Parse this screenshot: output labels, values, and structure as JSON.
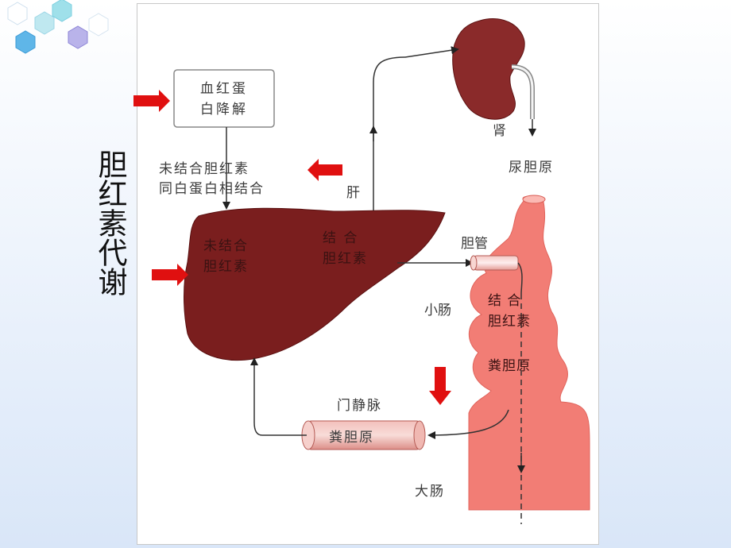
{
  "side_title": "胆红素代谢",
  "box_label": [
    "血红蛋",
    "白降解"
  ],
  "unconj_label": [
    "未结合胆红素",
    "同白蛋白相结合"
  ],
  "liver_label": "肝",
  "liver_unconj": [
    "未结合",
    "胆红素"
  ],
  "liver_conj": [
    "结  合",
    "胆红素"
  ],
  "kidney_label": "肾",
  "urine_label": "尿胆原",
  "bile_duct_label": "胆管",
  "small_intestine_label": "小肠",
  "intestine_conj": [
    "结  合",
    "胆红素"
  ],
  "stercobilinogen_label": "粪胆原",
  "portal_vein_label": "门静脉",
  "portal_vein_content": "粪胆原",
  "large_intestine_label": "大肠",
  "colors": {
    "liver": "#7a1e1e",
    "kidney": "#8a2a2a",
    "intestine": "#f07a72",
    "highlight_arrow": "#e01010"
  }
}
